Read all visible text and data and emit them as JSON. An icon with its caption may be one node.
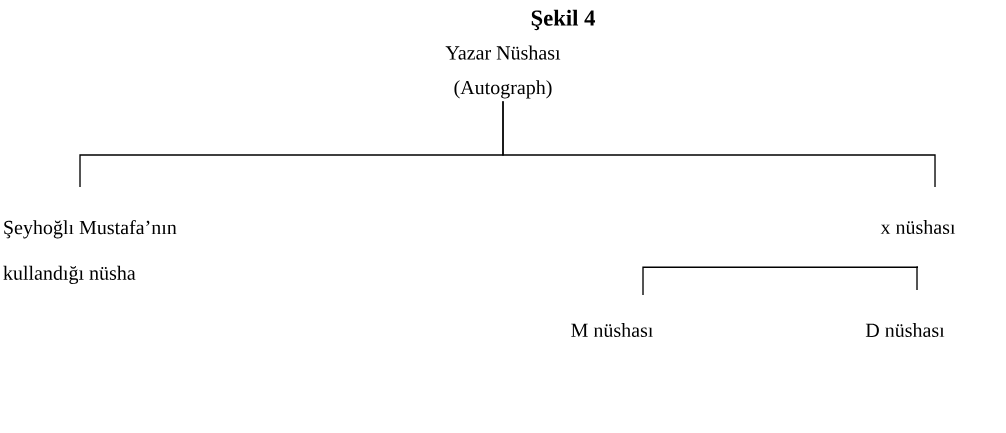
{
  "diagram": {
    "title": "Şekil 4",
    "nodes": [
      {
        "text": [
          "Yazar Nüshası",
          "(Autograph)"
        ]
      },
      {
        "text": [
          "Şeyhoğlı Mustafa’nın kullandığı nüsha"
        ]
      },
      {
        "text": [
          "x nüshası"
        ]
      },
      {
        "text": [
          "M nüshası"
        ]
      },
      {
        "text": [
          "D nüshası"
        ]
      }
    ],
    "edges": [
      {
        "from": 0,
        "to": 1,
        "arrow": "none"
      },
      {
        "from": 0,
        "to": 2,
        "arrow": "none"
      },
      {
        "from": 2,
        "to": 3,
        "arrow": "none"
      },
      {
        "from": 2,
        "to": 4,
        "arrow": "none"
      }
    ]
  }
}
